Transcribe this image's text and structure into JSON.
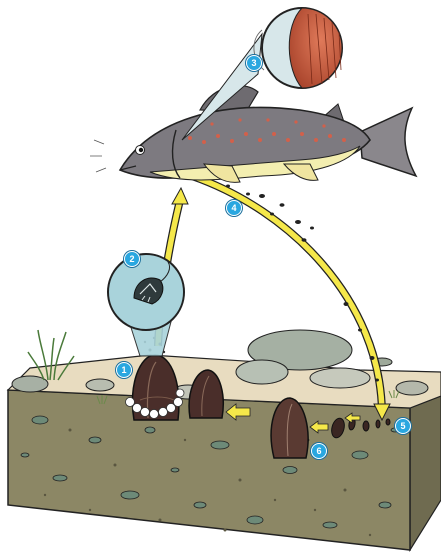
{
  "steps": [
    {
      "label": "1",
      "stage": "mussel-releasing-glochidia"
    },
    {
      "label": "2",
      "stage": "glochidium-magnified"
    },
    {
      "label": "3",
      "stage": "encysted-glochidia-on-gill"
    },
    {
      "label": "4",
      "stage": "juveniles-dropping-from-fish"
    },
    {
      "label": "5",
      "stage": "juvenile-burrowing-in-sediment"
    },
    {
      "label": "6",
      "stage": "juvenile-growing-to-adult"
    }
  ],
  "colors": {
    "marker": "#2aa7e0",
    "arrow": "#f5e84a",
    "fish_back": "#7d7a80",
    "fish_belly": "#f3eeb0",
    "fish_spots": "#d2604a",
    "gill_closeup": "#c65a3c",
    "magnifier": "#a9d3db",
    "sediment_top": "#e8dcc0",
    "sediment_side": "#8c8765",
    "mussel_shell": "#4a2e2a"
  },
  "icons": [
    "fish",
    "freshwater-pearl-mussel",
    "gill-magnifier",
    "glochidium-magnifier",
    "lifecycle-arrow"
  ]
}
